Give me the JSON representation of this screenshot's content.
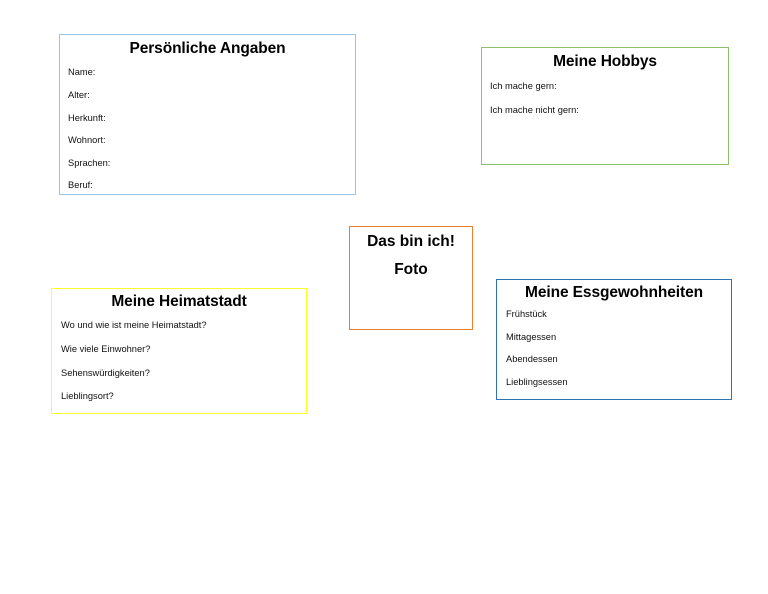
{
  "page": {
    "background_color": "#ffffff",
    "document_type": "worksheet"
  },
  "cards": {
    "personal": {
      "title": "Persönliche Angaben",
      "border_color": "#9dc3e6",
      "lines": [
        "Name:",
        "Alter:",
        "Herkunft:",
        "Wohnort:",
        "Sprachen:",
        "Beruf:"
      ]
    },
    "hobbies": {
      "title": "Meine Hobbys",
      "border_color": "#8fc06b",
      "lines": [
        "Ich mache gern:",
        "Ich mache nicht gern:"
      ]
    },
    "hometown": {
      "title": "Meine Heimatstadt",
      "border_color": "#ffff2e",
      "lines": [
        "Wo und wie ist meine Heimatstadt?",
        "Wie viele Einwohner?",
        "Sehenswürdigkeiten?",
        "Lieblingsort?"
      ]
    },
    "eating": {
      "title": "Meine Essgewohnheiten",
      "border_color": "#2e75b6",
      "lines": [
        "Frühstück",
        "Mittagessen",
        "Abendessen",
        "Lieblingsessen"
      ]
    },
    "photo": {
      "heading": "Das bin ich!",
      "caption": "Foto",
      "border_color": "#ed7d31"
    }
  }
}
